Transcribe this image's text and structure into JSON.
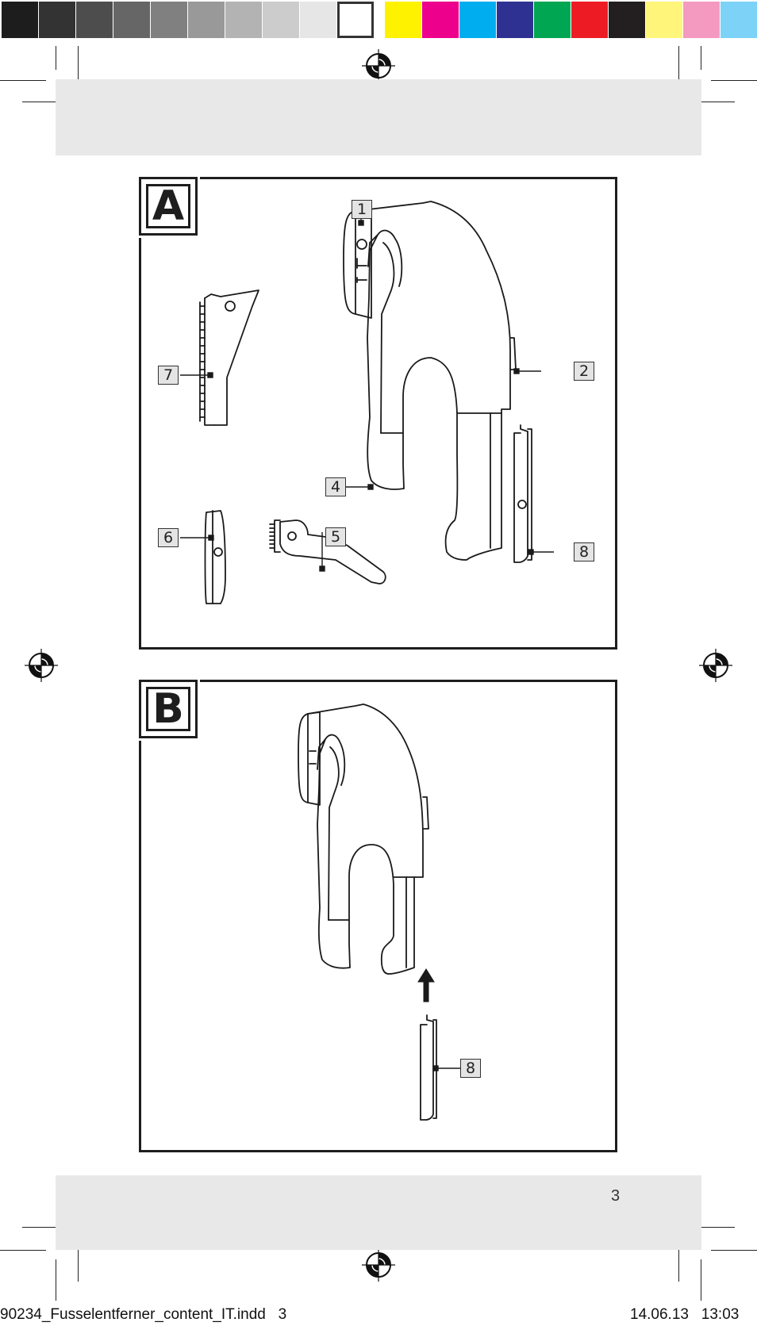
{
  "color_bar": {
    "grays": [
      "#1d1d1d",
      "#333333",
      "#4d4d4d",
      "#666666",
      "#808080",
      "#999999",
      "#b3b3b3",
      "#cccccc",
      "#e6e6e6",
      "#ffffff"
    ],
    "colors": [
      "#fff200",
      "#ec008c",
      "#00aeef",
      "#2e3192",
      "#00a651",
      "#ed1c24",
      "#231f20",
      "#fff57a",
      "#f49ac1",
      "#7dd3f7"
    ]
  },
  "figure_a": {
    "letter": "A",
    "callouts": {
      "c1": "1",
      "c2": "2",
      "c4": "4",
      "c5": "5",
      "c6": "6",
      "c7": "7",
      "c8": "8"
    }
  },
  "figure_b": {
    "letter": "B",
    "callouts": {
      "c8": "8"
    }
  },
  "page_number": "3",
  "slug": {
    "file": "90234_Fusselentferner_content_IT.indd   3",
    "date_time": "14.06.13   13:03"
  }
}
